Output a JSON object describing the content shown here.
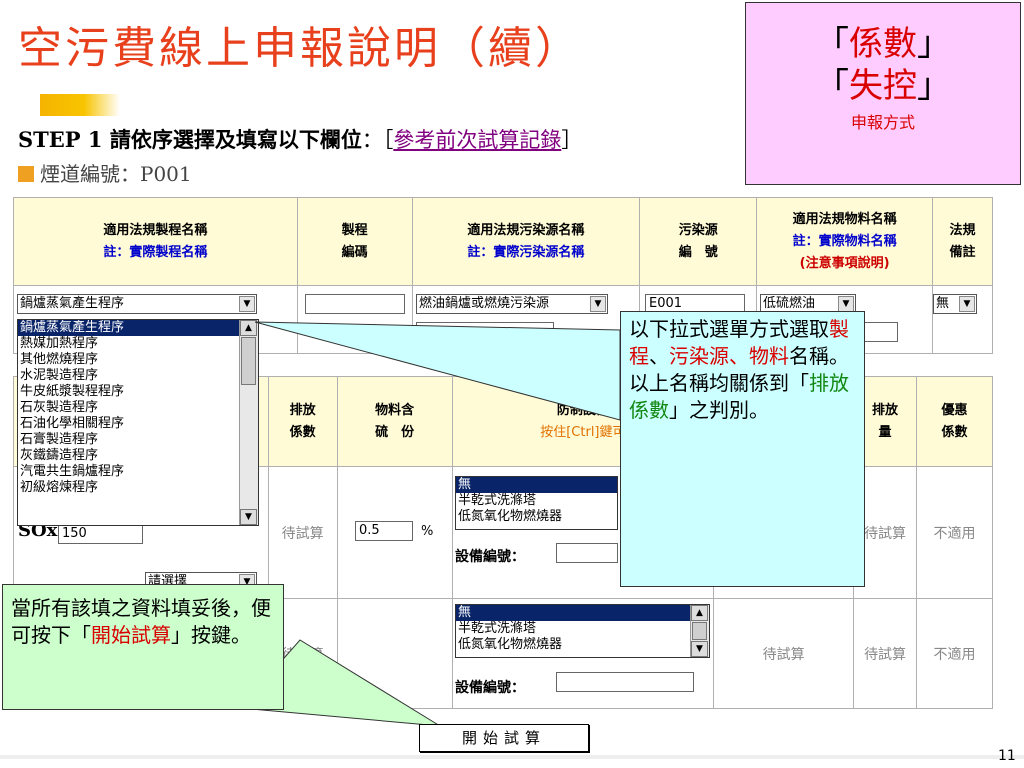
{
  "title": "空污費線上申報說明（續）",
  "note_box": {
    "line1": "係數",
    "line2": "失控",
    "line3": "申報方式",
    "q_open": "「",
    "q_close": "」"
  },
  "step": {
    "label": "STEP 1 請依序選擇及填寫以下欄位",
    "sep": "：［",
    "link": "參考前次試算記錄",
    "close": "］"
  },
  "stack": {
    "label": "煙道編號：P001"
  },
  "table1": {
    "h1a": "適用法規製程名稱",
    "h1b": "註：實際製程名稱",
    "h2a": "製程",
    "h2b": "編碼",
    "h3a": "適用法規污染源名稱",
    "h3b": "註：實際污染源名稱",
    "h4a": "污染源",
    "h4b": "編　號",
    "h5a": "適用法規物料名稱",
    "h5b": "註：實際物料名稱",
    "h5c": "(注意事項說明)",
    "h6a": "法規",
    "h6b": "備註",
    "process_select": "鍋爐蒸氣產生程序",
    "source_select": "燃油鍋爐或燃燒污染源",
    "source_id": "E001",
    "material_select": "低硫燃油",
    "remark_select": "無"
  },
  "process_list": [
    "鍋爐蒸氣產生程序",
    "熱媒加熱程序",
    "其他燃燒程序",
    "水泥製造程序",
    "牛皮紙漿製程程序",
    "石灰製造程序",
    "石油化學相關程序",
    "石膏製造程序",
    "灰鐵鑄造程序",
    "汽電共生鍋爐程序",
    "初級熔煉程序"
  ],
  "table2": {
    "h1a": "排放",
    "h1b": "係數",
    "h2a": "物料含",
    "h2b": "硫　份",
    "h3a": "防制設備",
    "h3b": "按住[Ctrl]鍵可",
    "h4a": "排放",
    "h4b": "量",
    "h5a": "優惠",
    "h5b": "係數",
    "pollutant": "SOx",
    "sox_value": "150",
    "please_select": "請選擇",
    "pending": "待試算",
    "sulfur": "0.5",
    "pct": "%",
    "na": "不適用",
    "equipment_options": [
      "無",
      "半乾式洗滌塔",
      "低氮氧化物燃燒器"
    ],
    "equip_label": "設備編號："
  },
  "callout_yellow": {
    "p1": "以下拉式選單方式選取",
    "p2": "製程",
    "p3": "、",
    "p4": "污染源、物料",
    "p5": "名稱。以上名稱均關係到「",
    "p6": "排放係數",
    "p7": "」之判別。"
  },
  "callout_green": {
    "p1": "當所有該填之資料填妥後，便可按下「",
    "p2": "開始試算",
    "p3": "」按鍵。"
  },
  "start_button": "開始試算",
  "page_number": "11"
}
